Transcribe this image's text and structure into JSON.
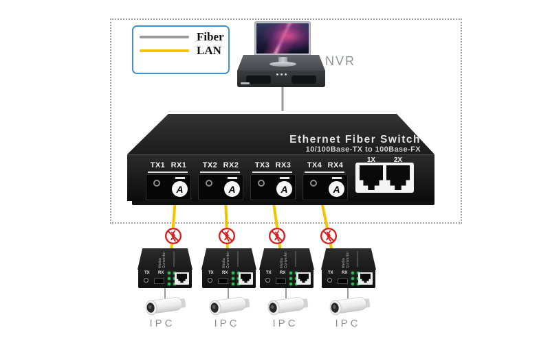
{
  "colors": {
    "fiber": "#9a9a9a",
    "lan": "#f5c400",
    "legend_border": "#3f92c8",
    "prohibit": "#d8201f",
    "led_green": "#2fbe4f",
    "gray_label": "#8f9499"
  },
  "legend": {
    "fiber_label": "Fiber",
    "lan_label": "LAN"
  },
  "nvr": {
    "label": "NVR"
  },
  "switch": {
    "title": "Ethernet Fiber Switch",
    "subtitle": "10/100Base-TX to 100Base-FX",
    "fiber_ports": [
      {
        "label": "TX1 RX1",
        "marker": "A"
      },
      {
        "label": "TX2 RX2",
        "marker": "A"
      },
      {
        "label": "TX3 RX3",
        "marker": "A"
      },
      {
        "label": "TX4 RX4",
        "marker": "A"
      }
    ],
    "uplink_ports": [
      {
        "label": "1X"
      },
      {
        "label": "2X"
      }
    ]
  },
  "converter": {
    "top_text": "Media Converter",
    "tx_label": "TX",
    "rx_label": "RX"
  },
  "units": [
    {
      "ipc_label": "IPC"
    },
    {
      "ipc_label": "IPC"
    },
    {
      "ipc_label": "IPC"
    },
    {
      "ipc_label": "IPC"
    }
  ]
}
